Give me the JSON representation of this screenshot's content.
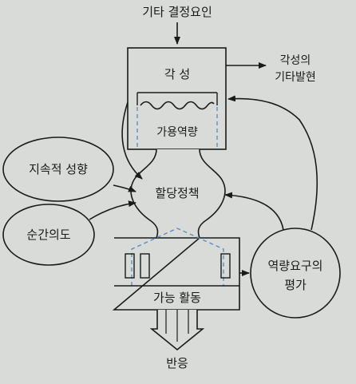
{
  "diagram": {
    "top_input": "기타 결정요인",
    "arousal_box": {
      "title": "각 성",
      "capacity_label": "가용역량"
    },
    "side_output": {
      "line1": "각성의",
      "line2": "기타발현"
    },
    "disposition": "지속적 성향",
    "intention": "순간의도",
    "allocation": "할당정책",
    "evaluation": {
      "line1": "역량요구의",
      "line2": "평가"
    },
    "activities": "가능 활동",
    "response": "반응"
  },
  "colors": {
    "background": "#d9dbd8",
    "line": "#1a1a1a",
    "dashed": "#5a8fc2"
  }
}
